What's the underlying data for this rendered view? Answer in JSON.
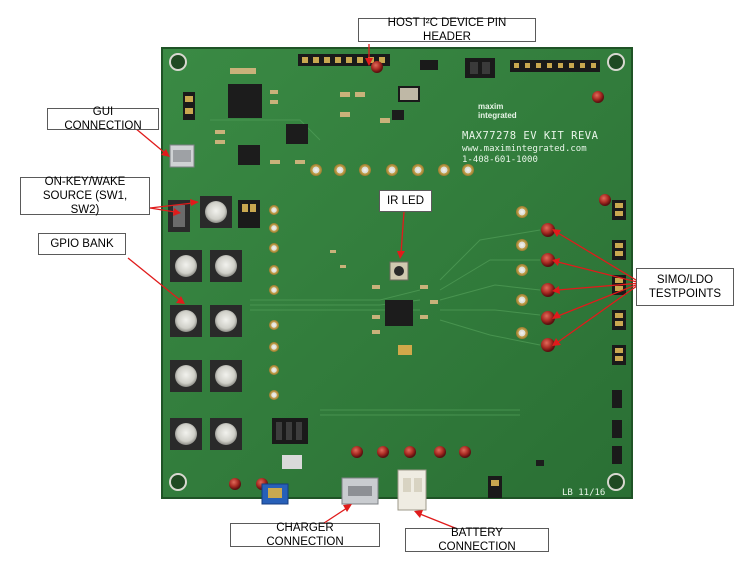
{
  "callouts": {
    "host_i2c": "HOST I²C DEVICE PIN HEADER",
    "gui": "GUI CONNECTION",
    "onkey": "ON-KEY/WAKE\nSOURCE (SW1, SW2)",
    "ir_led": "IR LED",
    "gpio_bank": "GPIO BANK",
    "simo_ldo": "SIMO/LDO\nTESTPOINTS",
    "charger": "CHARGER CONNECTION",
    "battery": "BATTERY CONNECTION"
  },
  "board": {
    "title": "MAX77278 EV KIT REVA",
    "website": "www.maximintegrated.com",
    "phone": "1-408-601-1000",
    "brand": "maxim integrated",
    "rev": "LB 11/16"
  },
  "colors": {
    "pcb": "#2f7a3a",
    "callout_arrow": "#e01b1b"
  }
}
